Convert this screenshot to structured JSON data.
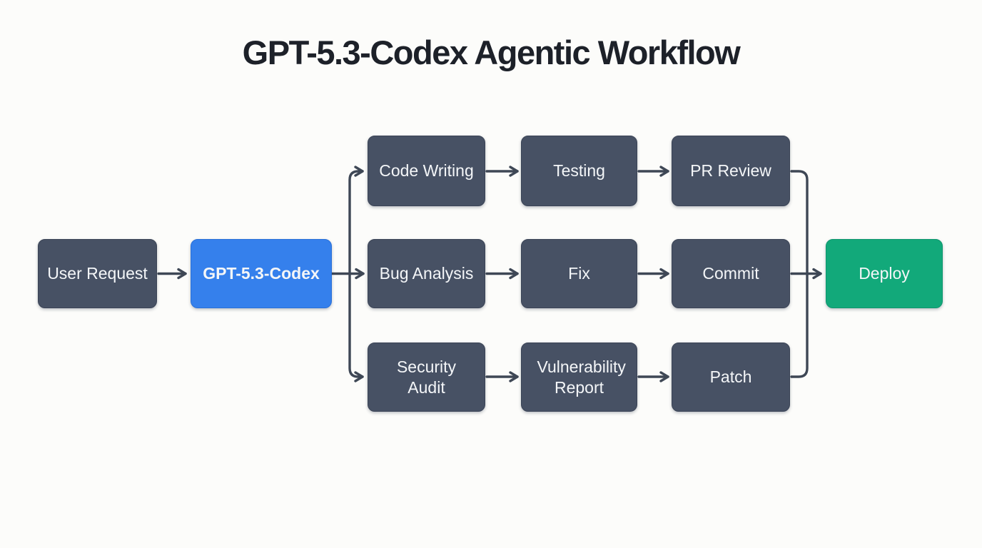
{
  "title": "GPT-5.3-Codex Agentic Workflow",
  "diagram": {
    "type": "flowchart",
    "nodes": {
      "user_request": {
        "label": "User Request",
        "role": "input",
        "color": "#475164"
      },
      "codex": {
        "label": "GPT-5.3-Codex",
        "role": "agent",
        "color": "#3580ec"
      },
      "code_writing": {
        "label": "Code Writing",
        "role": "process",
        "color": "#475164"
      },
      "testing": {
        "label": "Testing",
        "role": "process",
        "color": "#475164"
      },
      "pr_review": {
        "label": "PR Review",
        "role": "process",
        "color": "#475164"
      },
      "bug_analysis": {
        "label": "Bug Analysis",
        "role": "process",
        "color": "#475164"
      },
      "fix": {
        "label": "Fix",
        "role": "process",
        "color": "#475164"
      },
      "commit": {
        "label": "Commit",
        "role": "process",
        "color": "#475164"
      },
      "security_audit": {
        "label": "Security Audit",
        "role": "process",
        "color": "#475164"
      },
      "vulnerability_report": {
        "label": "Vulnerability Report",
        "role": "process",
        "color": "#475164"
      },
      "patch": {
        "label": "Patch",
        "role": "process",
        "color": "#475164"
      },
      "deploy": {
        "label": "Deploy",
        "role": "output",
        "color": "#12a97a"
      }
    },
    "edges": [
      {
        "from": "user_request",
        "to": "codex"
      },
      {
        "from": "codex",
        "to": "code_writing"
      },
      {
        "from": "codex",
        "to": "bug_analysis"
      },
      {
        "from": "codex",
        "to": "security_audit"
      },
      {
        "from": "code_writing",
        "to": "testing"
      },
      {
        "from": "testing",
        "to": "pr_review"
      },
      {
        "from": "bug_analysis",
        "to": "fix"
      },
      {
        "from": "fix",
        "to": "commit"
      },
      {
        "from": "security_audit",
        "to": "vulnerability_report"
      },
      {
        "from": "vulnerability_report",
        "to": "patch"
      },
      {
        "from": "pr_review",
        "to": "deploy"
      },
      {
        "from": "commit",
        "to": "deploy"
      },
      {
        "from": "patch",
        "to": "deploy"
      }
    ]
  },
  "colors": {
    "background": "#fcfcfa",
    "title_text": "#1d2129",
    "node_dark": "#475164",
    "node_blue": "#3580ec",
    "node_green": "#12a97a",
    "node_text": "#f4f6f8",
    "arrow": "#3e4755"
  }
}
